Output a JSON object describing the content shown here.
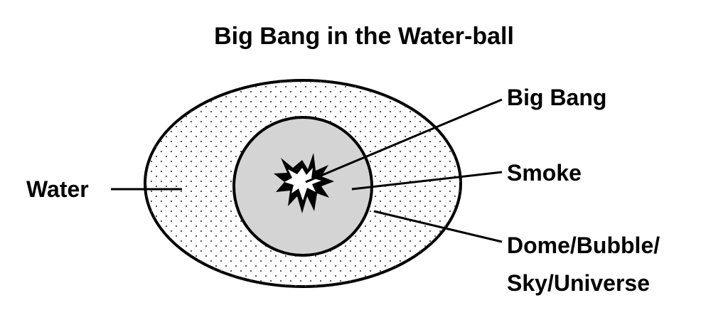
{
  "title": "Big Bang in the Water-ball",
  "labels": {
    "water": "Water",
    "big_bang": "Big Bang",
    "smoke": "Smoke",
    "dome_line1": "Dome/Bubble/",
    "dome_line2": "Sky/Universe"
  },
  "colors": {
    "water_fill": "#ffffff",
    "smoke_fill": "#d4d4d4",
    "stroke": "#000000"
  }
}
